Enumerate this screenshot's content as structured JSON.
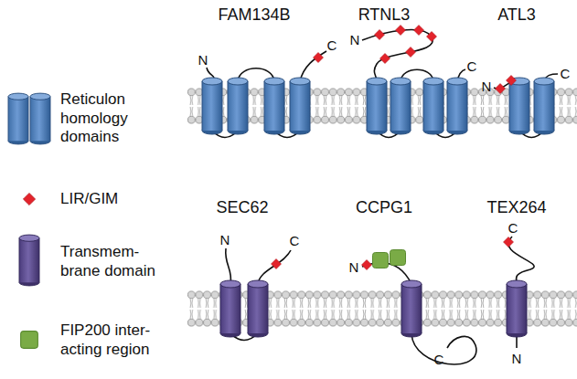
{
  "diagram": {
    "labels": [
      "FAM134B",
      "N",
      "C",
      "RTNL3",
      "N",
      "C",
      "ATL3",
      "N",
      "C",
      "SEC62",
      "N",
      "C",
      "CCPG1",
      "N",
      "C",
      "TEX264",
      "C",
      "N"
    ],
    "legend": [
      {
        "text": "Reticulon homology domains"
      },
      {
        "text": "LIR/GIM"
      },
      {
        "text": "Transmem- brane domain"
      },
      {
        "text": "FIP200 inter- acting region"
      }
    ]
  }
}
